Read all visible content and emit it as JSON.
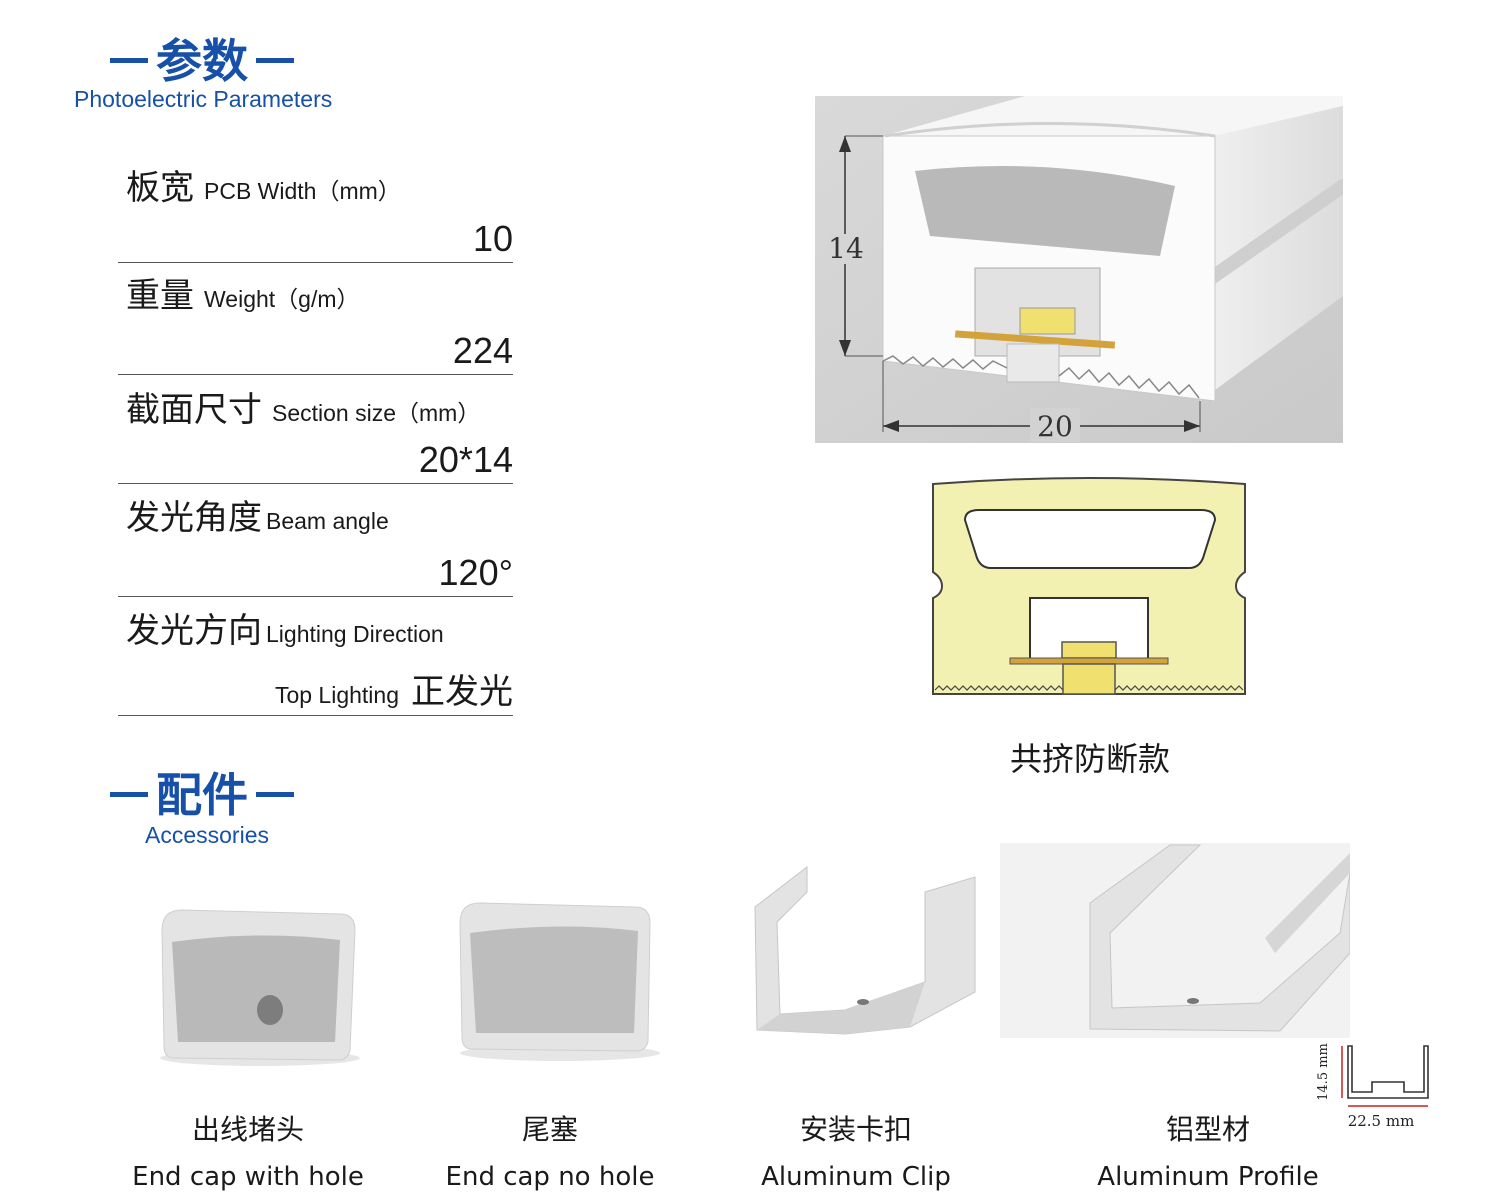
{
  "params_section": {
    "title_cn": "参数",
    "title_en": "Photoelectric Parameters"
  },
  "params": [
    {
      "cn": "板宽",
      "en": "PCB Width（mm）",
      "value": "10"
    },
    {
      "cn": "重量",
      "en": "Weight（g/m）",
      "value": "224"
    },
    {
      "cn": "截面尺寸",
      "en": "Section size（mm）",
      "value": "20*14"
    },
    {
      "cn": "发光角度",
      "en": "Beam angle",
      "value": "120°"
    },
    {
      "cn": "发光方向",
      "en": "Lighting Direction",
      "value_en": "Top Lighting",
      "value_cn": "正发光"
    }
  ],
  "profile_drawing": {
    "height_label": "14",
    "width_label": "20"
  },
  "cross_section": {
    "caption": "共挤防断款"
  },
  "accessories_section": {
    "title_cn": "配件",
    "title_en": "Accessories"
  },
  "accessories": [
    {
      "cn": "出线堵头",
      "en": "End cap with hole"
    },
    {
      "cn": "尾塞",
      "en": "End cap no hole"
    },
    {
      "cn": "安装卡扣",
      "en": "Aluminum Clip"
    },
    {
      "cn": "铝型材",
      "en": "Aluminum Profile"
    }
  ],
  "profile_dims": {
    "height": "14.5 mm",
    "width": "22.5 mm"
  },
  "colors": {
    "accent": "#1650a8",
    "led_yellow": "#f3f1b2",
    "chip": "#f0e070",
    "pcb": "#d4a23a"
  }
}
